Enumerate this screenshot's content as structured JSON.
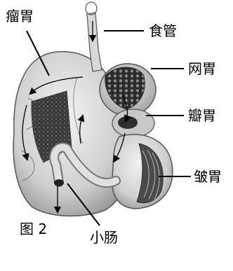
{
  "labels": {
    "rumen": "瘤胃",
    "esophagus": "食管",
    "reticulum": "网胃",
    "omasum": "瓣胃",
    "abomasum": "皱胃",
    "small_intestine": "小肠",
    "figure": "图 2"
  }
}
